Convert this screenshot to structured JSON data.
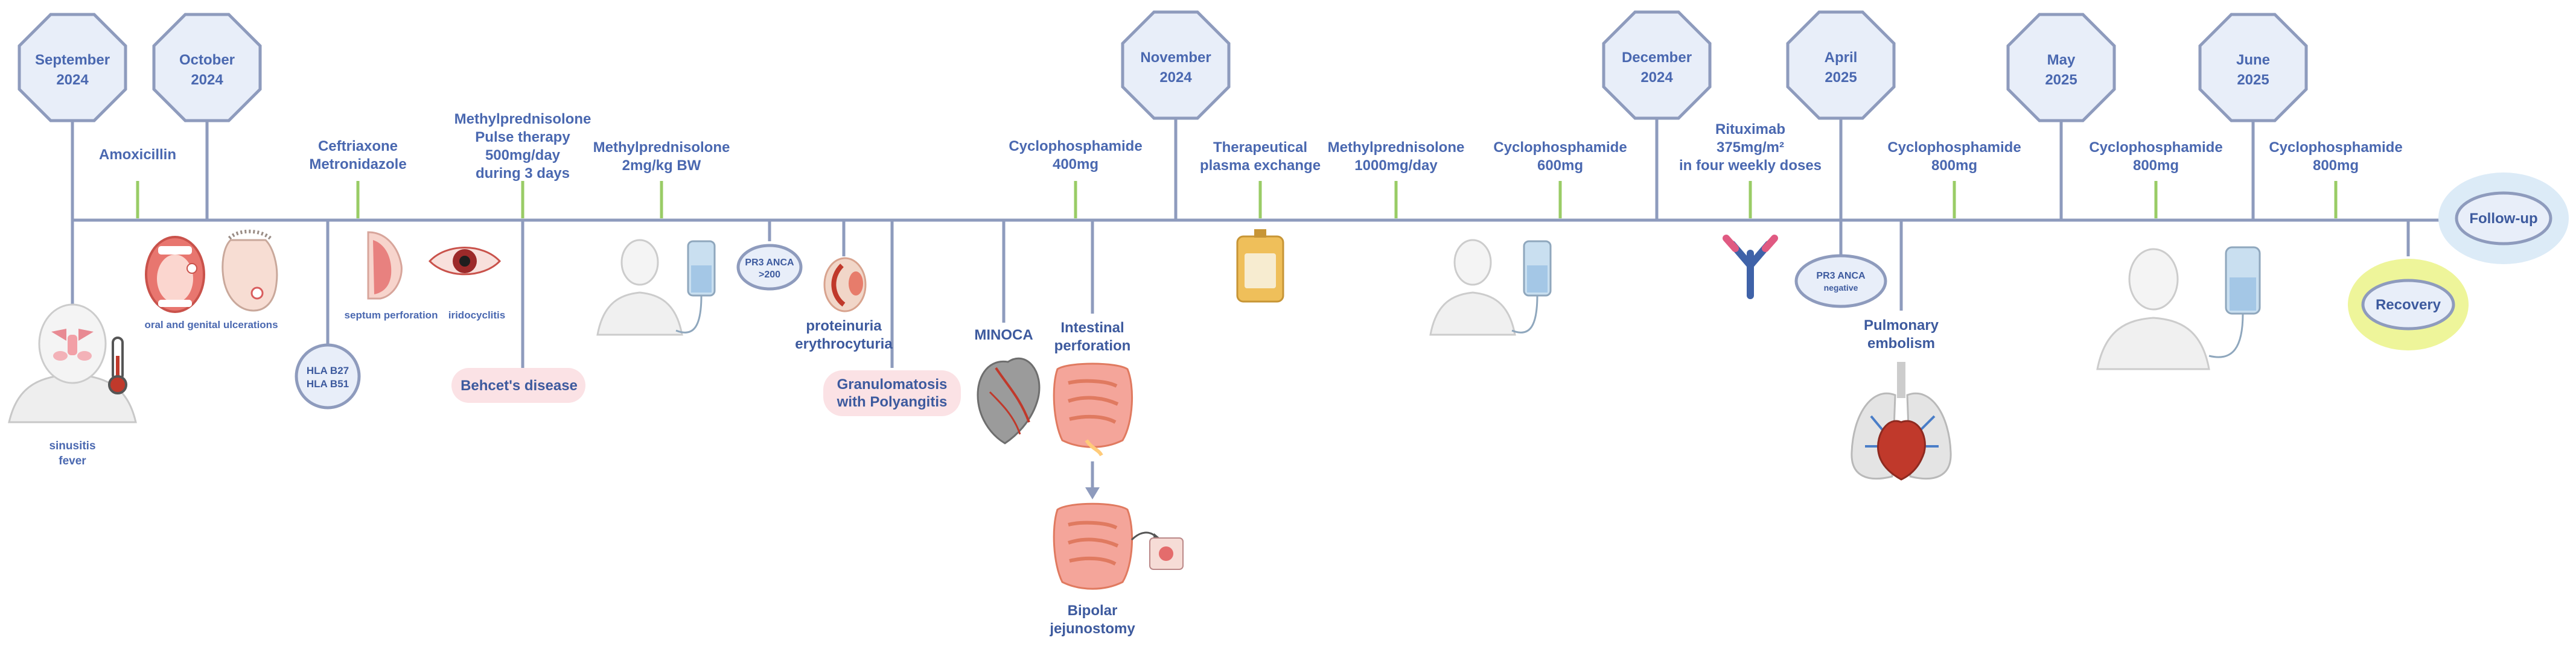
{
  "colors": {
    "line": "#8e9bbd",
    "stem": "#8e9bbd",
    "tick": "#99cc66",
    "month_fill": "#e8eef9",
    "month_stroke": "#8e9bbd",
    "text": "#4a68b0",
    "pink_fill": "#fbe2e5",
    "followup_glow": "#dcebf7",
    "recovery_glow": "#eef59a"
  },
  "months": [
    {
      "line1": "September",
      "line2": "2024"
    },
    {
      "line1": "October",
      "line2": "2024"
    },
    {
      "line1": "November",
      "line2": "2024"
    },
    {
      "line1": "December",
      "line2": "2024"
    },
    {
      "line1": "April",
      "line2": "2025"
    },
    {
      "line1": "May",
      "line2": "2025"
    },
    {
      "line1": "June",
      "line2": "2025"
    }
  ],
  "treatments": [
    {
      "lines": [
        "Amoxicillin"
      ]
    },
    {
      "lines": [
        "Ceftriaxone",
        "Metronidazole"
      ]
    },
    {
      "lines": [
        "Methylprednisolone",
        "Pulse therapy",
        "500mg/day",
        "during 3 days"
      ]
    },
    {
      "lines": [
        "Methylprednisolone",
        "2mg/kg BW"
      ]
    },
    {
      "lines": [
        "Cyclophosphamide",
        "400mg"
      ]
    },
    {
      "lines": [
        "Therapeutical",
        "plasma exchange"
      ]
    },
    {
      "lines": [
        "Methylprednisolone",
        "1000mg/day"
      ]
    },
    {
      "lines": [
        "Cyclophosphamide",
        "600mg"
      ]
    },
    {
      "lines": [
        "Rituximab",
        "375mg/m²",
        "in four weekly doses"
      ]
    },
    {
      "lines": [
        "Cyclophosphamide",
        "800mg"
      ]
    },
    {
      "lines": [
        "Cyclophosphamide",
        "800mg"
      ]
    },
    {
      "lines": [
        "Cyclophosphamide",
        "800mg"
      ]
    }
  ],
  "findings": {
    "sinusitis": [
      "sinusitis",
      "fever"
    ],
    "ulcerations": "oral and genital ulcerations",
    "septum": "septum perforation",
    "iridocyclitis": "iridocyclitis",
    "hla": [
      "HLA B27",
      "HLA B51"
    ],
    "behcet": "Behcet's disease",
    "pr3_high": [
      "PR3 ANCA",
      ">200"
    ],
    "proteinuria": [
      "proteinuria",
      "erythrocyturia"
    ],
    "gpa": [
      "Granulomatosis",
      "with Polyangitis"
    ],
    "minoca": "MINOCA",
    "perforation": [
      "Intestinal",
      "perforation"
    ],
    "jejunostomy": [
      "Bipolar",
      "jejunostomy"
    ],
    "pr3_neg": [
      "PR3 ANCA",
      "negative"
    ],
    "embolism": [
      "Pulmonary",
      "embolism"
    ],
    "recovery": "Recovery",
    "followup": "Follow-up"
  }
}
